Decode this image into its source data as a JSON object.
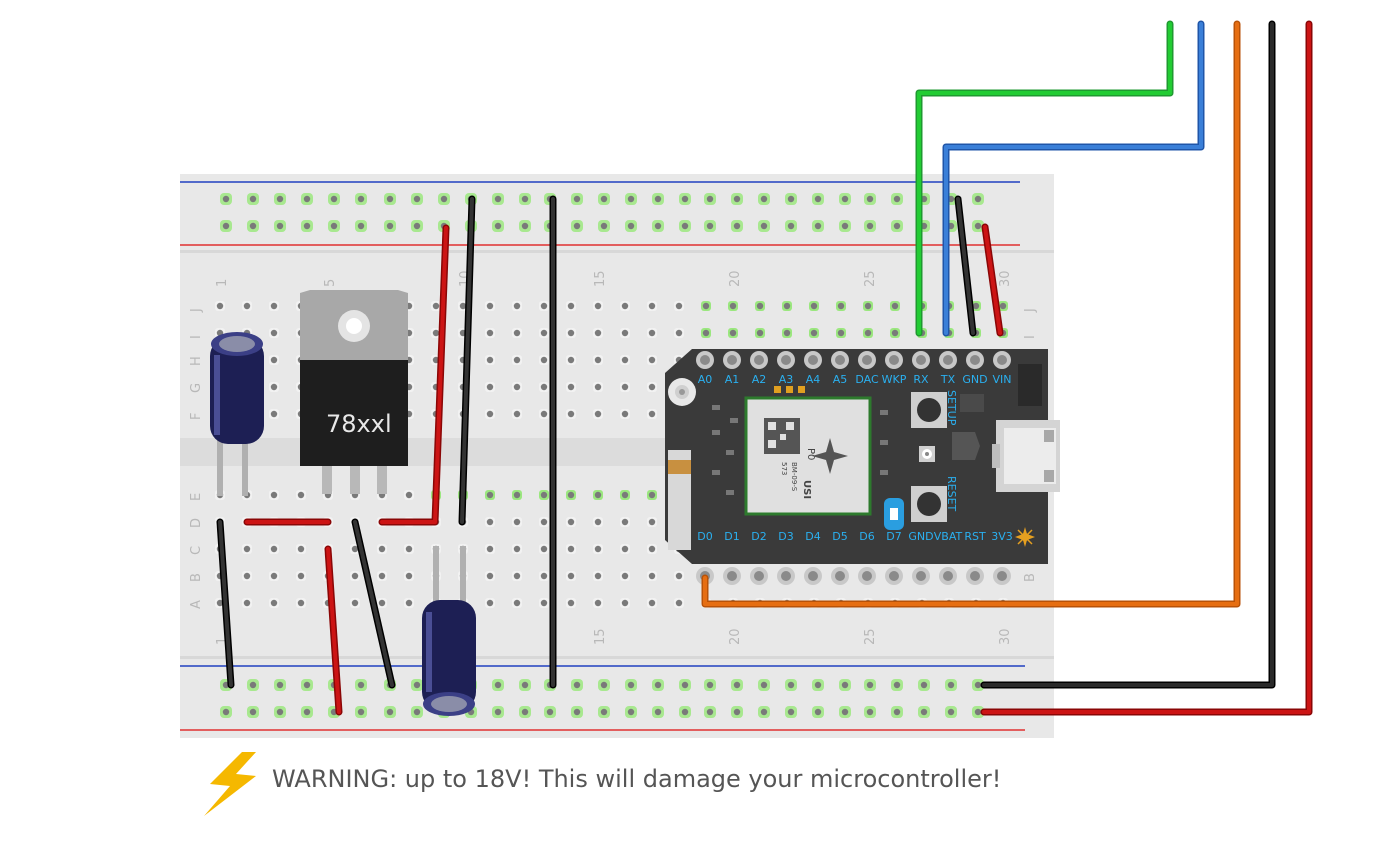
{
  "breadboard": {
    "column_numbers": [
      "1",
      "5",
      "10",
      "15",
      "20",
      "25",
      "30"
    ],
    "row_letters_top": [
      "J",
      "I",
      "H",
      "G",
      "F"
    ],
    "row_letters_bottom": [
      "E",
      "D",
      "C",
      "B",
      "A"
    ],
    "colors": {
      "body": "#e8e8e8",
      "hole": "#8a8a8a",
      "active_hole": "#7ed957",
      "rail_red": "#e03030",
      "rail_blue": "#2040c0"
    }
  },
  "regulator": {
    "label": "78xxl"
  },
  "microcontroller": {
    "top_pins": [
      "A0",
      "A1",
      "A2",
      "A3",
      "A4",
      "A5",
      "DAC",
      "WKP",
      "RX",
      "TX",
      "GND",
      "VIN"
    ],
    "bottom_pins": [
      "D0",
      "D1",
      "D2",
      "D3",
      "D4",
      "D5",
      "D6",
      "D7",
      "GND",
      "VBAT",
      "RST",
      "3V3"
    ],
    "buttons": [
      "SETUP",
      "RESET"
    ],
    "module_text": [
      "P0",
      "USI",
      "BM-09-S",
      "573"
    ],
    "colors": {
      "board": "#3a3a3a",
      "pin_label": "#2ab0f0",
      "module": "#e0e0e0"
    }
  },
  "wires": {
    "colors": {
      "green": "#22bb33",
      "blue": "#2f6fc8",
      "orange": "#e06a10",
      "black": "#1a1a1a",
      "red": "#c81010"
    }
  },
  "warning": {
    "icon": "lightning-bolt-icon",
    "text": "WARNING: up to 18V! This will damage your microcontroller!"
  }
}
